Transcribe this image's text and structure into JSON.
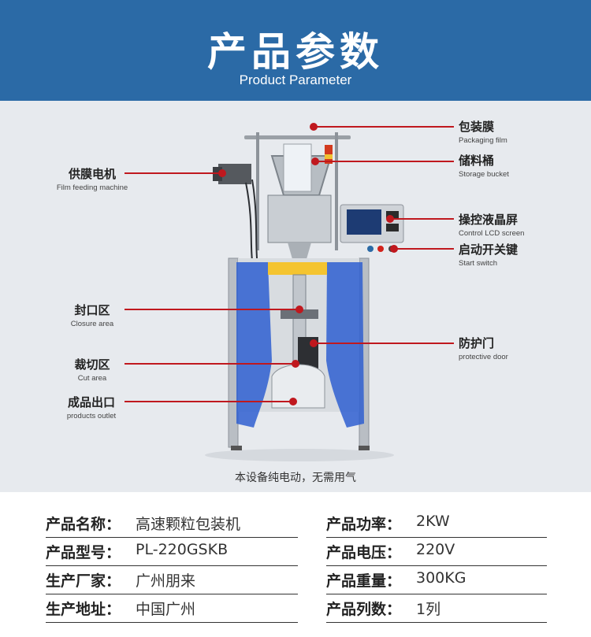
{
  "header": {
    "title": "产品参数",
    "subtitle": "Product Parameter"
  },
  "callouts": {
    "packaging_film": {
      "zh": "包装膜",
      "en": "Packaging film"
    },
    "storage_bucket": {
      "zh": "储料桶",
      "en": "Storage bucket"
    },
    "control_screen": {
      "zh": "操控液晶屏",
      "en": "Control LCD screen"
    },
    "start_switch": {
      "zh": "启动开关键",
      "en": "Start switch"
    },
    "protective_door": {
      "zh": "防护门",
      "en": "protective door"
    },
    "film_feeding": {
      "zh": "供膜电机",
      "en": "Film feeding machine"
    },
    "closure_area": {
      "zh": "封口区",
      "en": "Closure area"
    },
    "cut_area": {
      "zh": "裁切区",
      "en": "Cut area"
    },
    "products_outlet": {
      "zh": "成品出口",
      "en": "products outlet"
    }
  },
  "caption": "本设备纯电动，无需用气",
  "specs": {
    "left": [
      {
        "label": "产品名称：",
        "value": "高速颗粒包装机"
      },
      {
        "label": "产品型号：",
        "value": "PL-220GSKB"
      },
      {
        "label": "生产厂家：",
        "value": "广州朋来"
      },
      {
        "label": "生产地址：",
        "value": "中国广州"
      }
    ],
    "right": [
      {
        "label": "产品功率：",
        "value": "2KW"
      },
      {
        "label": "产品电压：",
        "value": "220V"
      },
      {
        "label": "产品重量：",
        "value": "300KG"
      },
      {
        "label": "产品列数：",
        "value": "1列"
      }
    ]
  },
  "colors": {
    "header_bg": "#2b6aa6",
    "photo_bg": "#e7eaee",
    "callout_line": "#c0181e",
    "door_blue": "#2f5fd0"
  }
}
